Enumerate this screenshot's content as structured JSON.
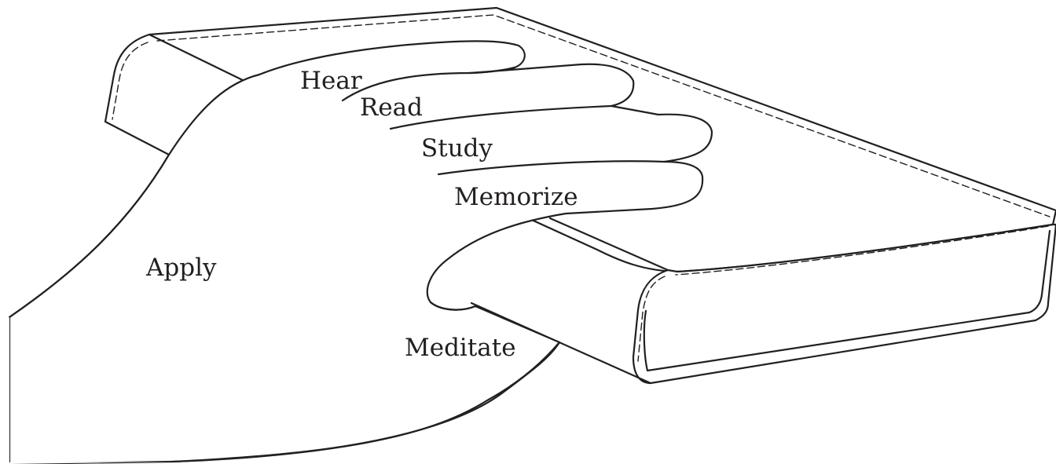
{
  "labels": {
    "hear": "Hear",
    "read": "Read",
    "study": "Study",
    "memorize": "Memorize",
    "meditate": "Meditate",
    "apply": "Apply"
  },
  "colors": {
    "ink": "#231f20",
    "paper": "#ffffff"
  }
}
